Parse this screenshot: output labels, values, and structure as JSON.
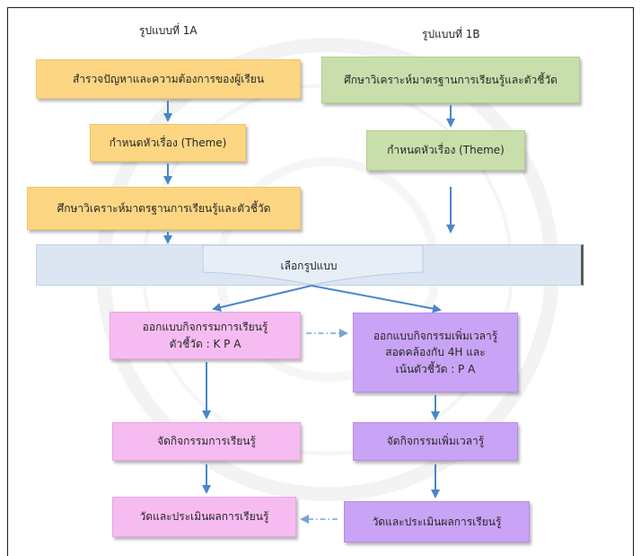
{
  "headings": {
    "model_1a": "รูปแบบที่ 1A",
    "model_1b": "รูปแบบที่ 1B"
  },
  "model_1a": {
    "step1": "สำรวจปัญหาและความต้องการของผู้เรียน",
    "step2": "กำหนดหัวเรื่อง (Theme)",
    "step3": "ศึกษาวิเคราะห์มาตรฐานการเรียนรู้และตัวชี้วัด"
  },
  "model_1b": {
    "step1": "ศึกษาวิเคราะห์มาตรฐานการเรียนรู้และตัวชี้วัด",
    "step2": "กำหนดหัวเรื่อง (Theme)"
  },
  "selector": {
    "label": "เลือกรูปแบบ"
  },
  "learning_path": {
    "design_line1": "ออกแบบกิจกรรมการเรียนรู้",
    "design_line2": "ตัวชี้วัด : K P A",
    "conduct": "จัดกิจกรรมการเรียนรู้",
    "evaluate": "วัดและประเมินผลการเรียนรู้"
  },
  "extra_time_path": {
    "design_line1": "ออกแบบกิจกรรมเพิ่มเวลารู้",
    "design_line2": "สอดคล้องกับ 4H และ",
    "design_line3": "เน้นตัวชี้วัด : P A",
    "conduct": "จัดกิจกรรมเพิ่มเวลารู้",
    "evaluate": "วัดและประเมินผลการเรียนรู้"
  },
  "colors": {
    "yellow": "#FDD683",
    "green": "#C8DFAC",
    "pink": "#F6BCF1",
    "purple": "#C9A3F5",
    "bar": "#DCE6F2",
    "arrow": "#4A86C8"
  }
}
